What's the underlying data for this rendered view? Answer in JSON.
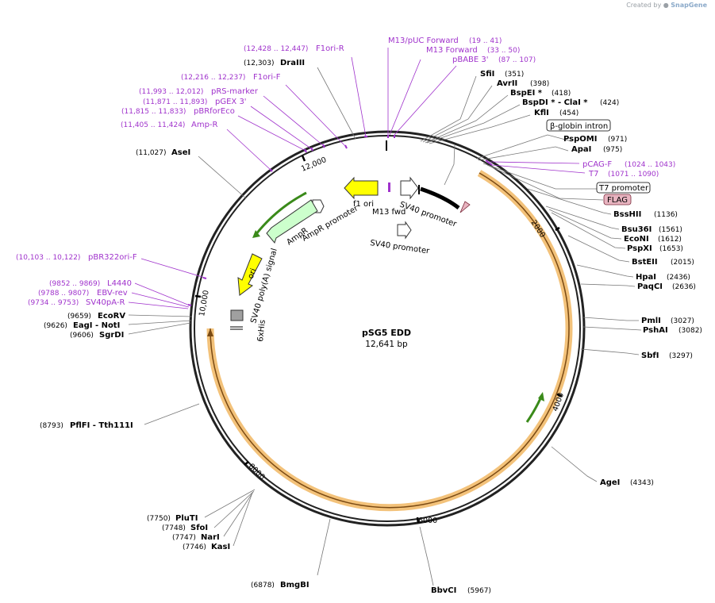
{
  "credit": {
    "prefix": "Created by",
    "brand": "SnapGene"
  },
  "plasmid": {
    "name": "pSG5 EDD",
    "length": 12641,
    "length_label": "12,641 bp"
  },
  "ticks": [
    "2000",
    "4000",
    "6000",
    "8000",
    "10,000",
    "12,000"
  ],
  "enzymes": [
    {
      "name": "SfiI",
      "pos": "(351)"
    },
    {
      "name": "AvrII",
      "pos": "(398)"
    },
    {
      "name": "BspEI *",
      "pos": "(418)"
    },
    {
      "name": "BspDI * - ClaI *",
      "pos": "(424)"
    },
    {
      "name": "KflI",
      "pos": "(454)"
    },
    {
      "name": "PspOMI",
      "pos": "(971)"
    },
    {
      "name": "ApaI",
      "pos": "(975)"
    },
    {
      "name": "BssHII",
      "pos": "(1136)"
    },
    {
      "name": "Bsu36I",
      "pos": "(1561)"
    },
    {
      "name": "EcoNI",
      "pos": "(1612)"
    },
    {
      "name": "PspXI",
      "pos": "(1653)"
    },
    {
      "name": "BstEII",
      "pos": "(2015)"
    },
    {
      "name": "HpaI",
      "pos": "(2436)"
    },
    {
      "name": "PaqCI",
      "pos": "(2636)"
    },
    {
      "name": "PmlI",
      "pos": "(3027)"
    },
    {
      "name": "PshAI",
      "pos": "(3082)"
    },
    {
      "name": "SbfI",
      "pos": "(3297)"
    },
    {
      "name": "AgeI",
      "pos": "(4343)"
    },
    {
      "name": "BbvCI",
      "pos": "(5967)"
    },
    {
      "name": "BmgBI",
      "pos": "(6878)"
    },
    {
      "name": "PluTI",
      "pos": "(7750)"
    },
    {
      "name": "SfoI",
      "pos": "(7748)"
    },
    {
      "name": "NarI",
      "pos": "(7747)"
    },
    {
      "name": "KasI",
      "pos": "(7746)"
    },
    {
      "name": "PflFI - Tth111I",
      "pos": "(8793)"
    },
    {
      "name": "SgrDI",
      "pos": "(9606)"
    },
    {
      "name": "EagI - NotI",
      "pos": "(9626)"
    },
    {
      "name": "EcoRV",
      "pos": "(9659)"
    },
    {
      "name": "AseI",
      "pos": "(11,027)"
    },
    {
      "name": "DraIII",
      "pos": "(12,303)"
    }
  ],
  "primers": [
    {
      "name": "M13/pUC Forward",
      "pos": "(19 .. 41)"
    },
    {
      "name": "M13 Forward",
      "pos": "(33 .. 50)"
    },
    {
      "name": "pBABE 3'",
      "pos": "(87 .. 107)"
    },
    {
      "name": "F1ori-R",
      "pos": "(12,428 .. 12,447)"
    },
    {
      "name": "F1ori-F",
      "pos": "(12,216 .. 12,237)"
    },
    {
      "name": "pRS-marker",
      "pos": "(11,993 .. 12,012)"
    },
    {
      "name": "pGEX 3'",
      "pos": "(11,871 .. 11,893)"
    },
    {
      "name": "pBRforEco",
      "pos": "(11,815 .. 11,833)"
    },
    {
      "name": "Amp-R",
      "pos": "(11,405 .. 11,424)"
    },
    {
      "name": "pCAG-F",
      "pos": "(1024 .. 1043)"
    },
    {
      "name": "T7",
      "pos": "(1071 .. 1090)"
    },
    {
      "name": "pBR322ori-F",
      "pos": "(10,103 .. 10,122)"
    },
    {
      "name": "L4440",
      "pos": "(9852 .. 9869)"
    },
    {
      "name": "EBV-rev",
      "pos": "(9788 .. 9807)"
    },
    {
      "name": "SV40pA-R",
      "pos": "(9734 .. 9753)"
    }
  ],
  "boxed_features": [
    {
      "name": "β-globin intron"
    },
    {
      "name": "T7 promoter"
    },
    {
      "name": "FLAG"
    }
  ],
  "features": [
    "f1 ori",
    "M13 fwd",
    "SV40 promoter",
    "SV40 promoter",
    "AmpR",
    "AmpR promoter",
    "ori",
    "SV40 poly(A) signal",
    "6xHis"
  ],
  "colors": {
    "primer": "#a033cc",
    "orf_fill": "#f3c27a",
    "f1ori_fill": "#ffff00",
    "ampr_fill": "#ccffcc",
    "ori_fill": "#ffff00",
    "flag_fill": "#e8b4c0",
    "green_arrow": "#3a8a1a"
  }
}
